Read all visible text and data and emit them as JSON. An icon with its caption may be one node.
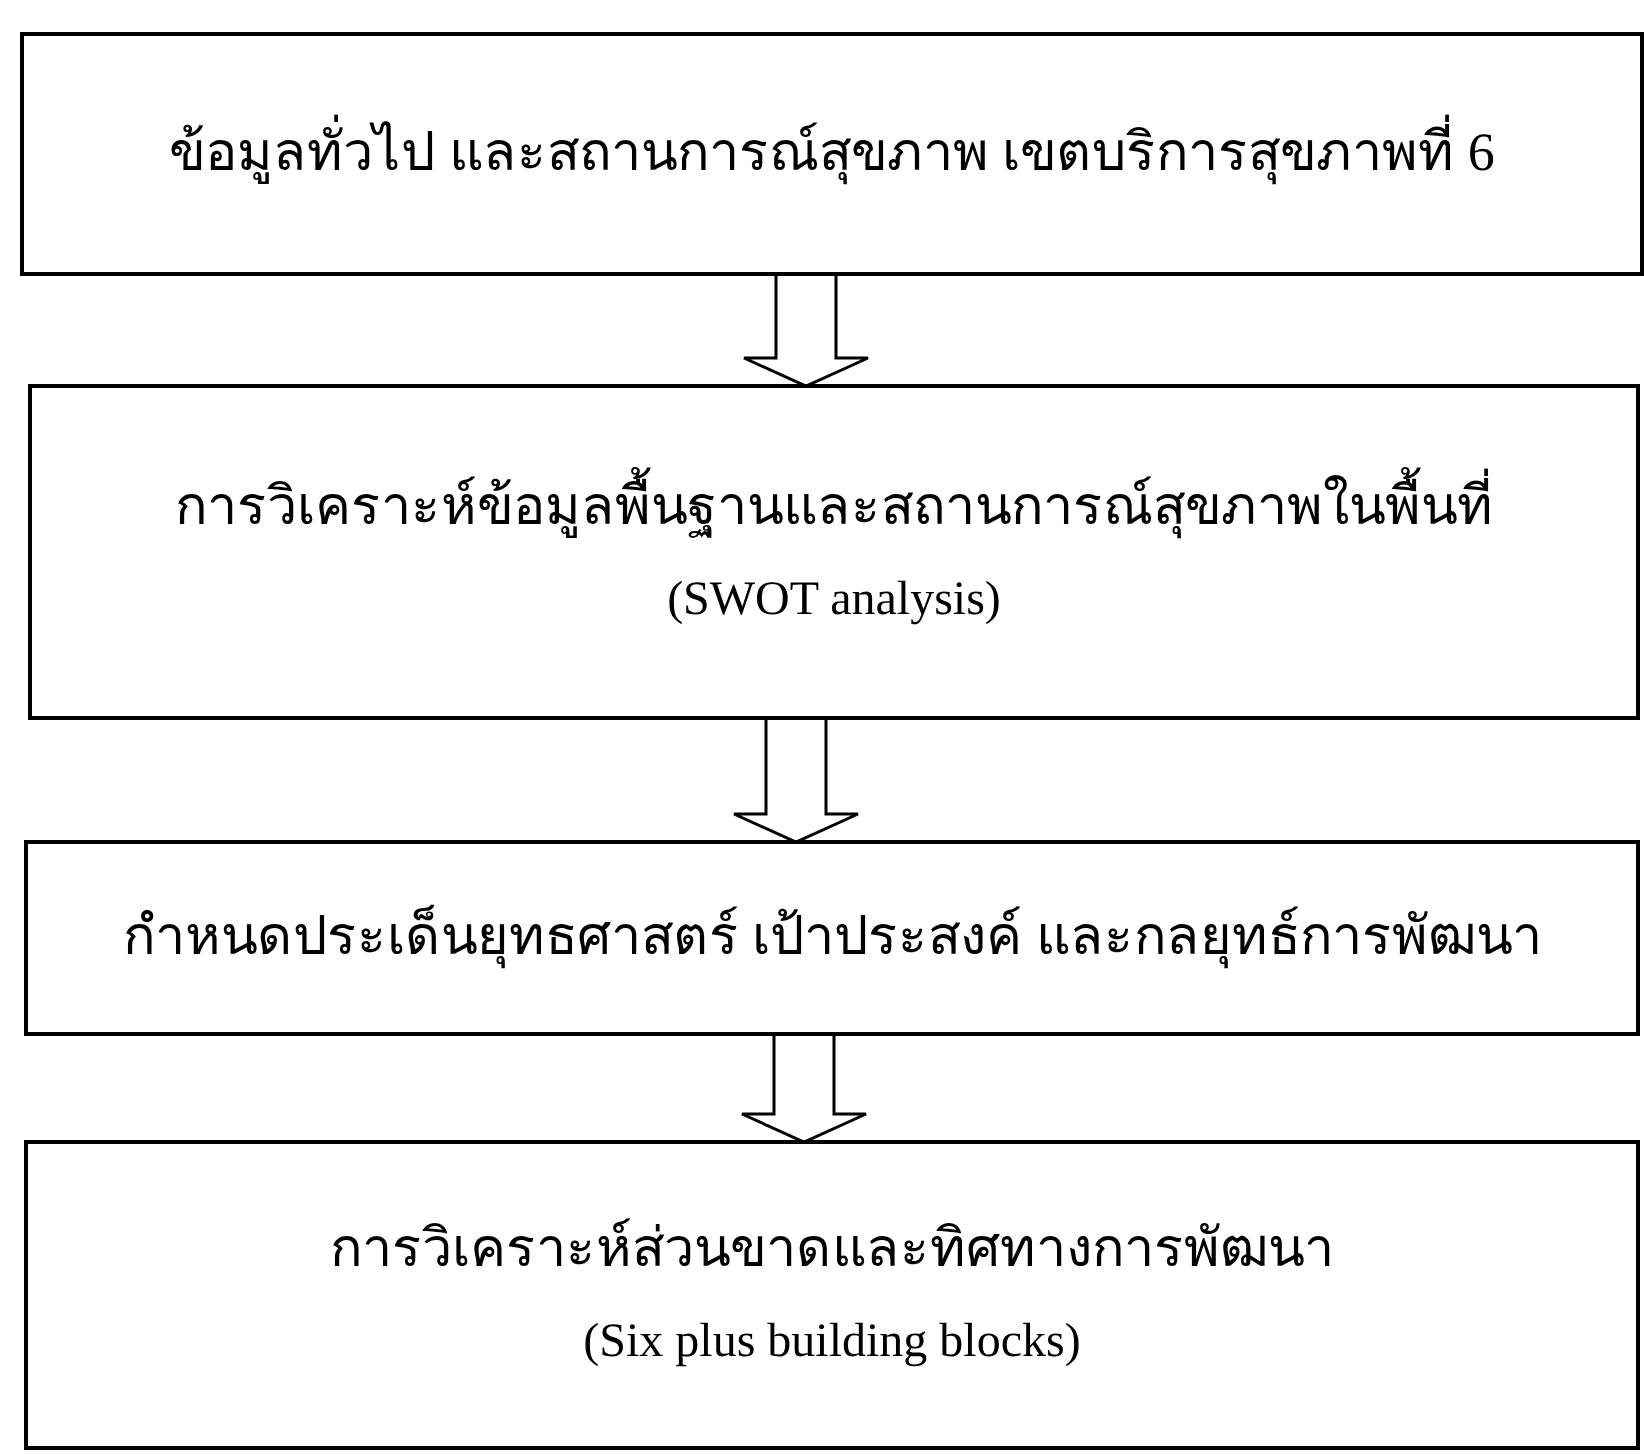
{
  "diagram": {
    "nodes": [
      {
        "text": [
          "ข้อมูลทั่วไป และสถานการณ์สุขภาพ เขตบริการสุขภาพที่ 6"
        ]
      },
      {
        "text": [
          "การวิเคราะห์ข้อมูลพื้นฐานและสถานการณ์สุขภาพในพื้นที่",
          "(SWOT analysis)"
        ]
      },
      {
        "text": [
          "กำหนดประเด็นยุทธศาสตร์ เป้าประสงค์ และกลยุทธ์การพัฒนา"
        ]
      },
      {
        "text": [
          "การวิเคราะห์ส่วนขาดและทิศทางการพัฒนา",
          "(Six plus building blocks)"
        ]
      }
    ],
    "edges": [
      {
        "from": 0,
        "to": 1,
        "arrow": "to"
      },
      {
        "from": 1,
        "to": 2,
        "arrow": "to"
      },
      {
        "from": 2,
        "to": 3,
        "arrow": "to"
      }
    ]
  }
}
